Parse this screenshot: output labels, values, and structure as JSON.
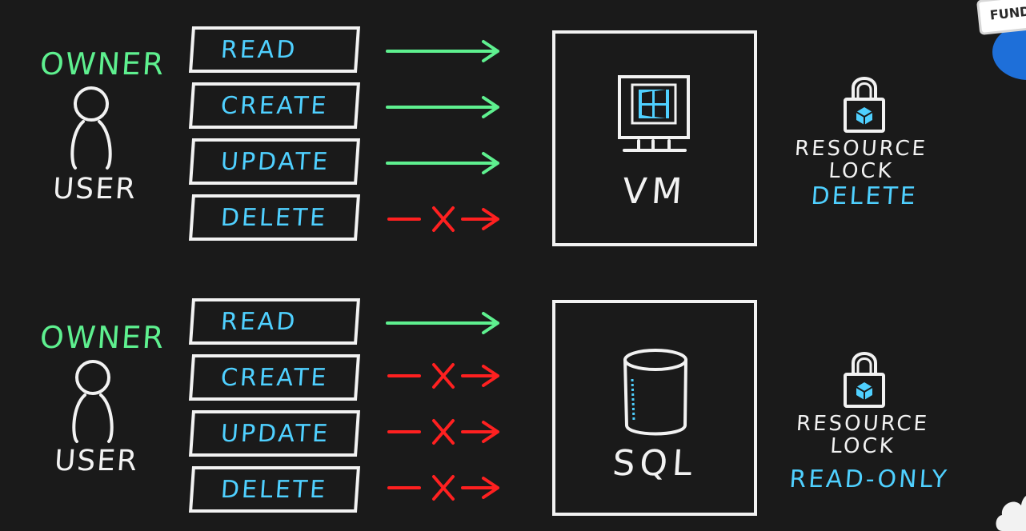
{
  "colors": {
    "background": "#1a1a1a",
    "owner": "#5ef08f",
    "operation_text": "#4fd0ff",
    "allowed_arrow": "#5ef08f",
    "denied_arrow": "#ff2020",
    "lock_type": "#4fd0ff",
    "outline": "#f2f2f2"
  },
  "badge": {
    "text": "FUNDA"
  },
  "rows": [
    {
      "role": "OWNER",
      "user": "USER",
      "operations": [
        {
          "label": "READ",
          "allowed": true
        },
        {
          "label": "CREATE",
          "allowed": true
        },
        {
          "label": "UPDATE",
          "allowed": true
        },
        {
          "label": "DELETE",
          "allowed": false
        }
      ],
      "resource": {
        "label": "VM",
        "icon": "windows-vm-monitor-icon"
      },
      "lock": {
        "title_line1": "RESOURCE",
        "title_line2": "LOCK",
        "type": "DELETE",
        "icon": "padlock-icon"
      }
    },
    {
      "role": "OWNER",
      "user": "USER",
      "operations": [
        {
          "label": "READ",
          "allowed": true
        },
        {
          "label": "CREATE",
          "allowed": false
        },
        {
          "label": "UPDATE",
          "allowed": false
        },
        {
          "label": "DELETE",
          "allowed": false
        }
      ],
      "resource": {
        "label": "SQL",
        "icon": "database-cylinder-icon"
      },
      "lock": {
        "title_line1": "RESOURCE",
        "title_line2": "LOCK",
        "type": "READ-ONLY",
        "icon": "padlock-icon"
      }
    }
  ]
}
